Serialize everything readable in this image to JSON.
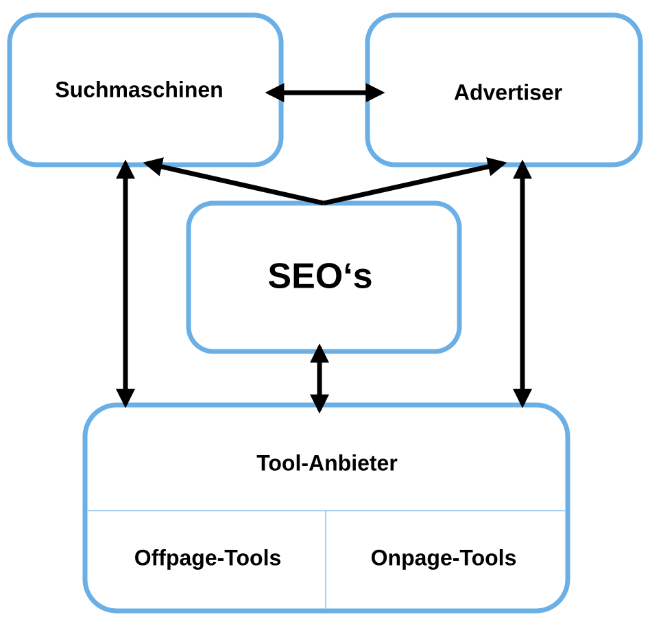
{
  "diagram": {
    "nodes": {
      "search_engines": "Suchmaschinen",
      "advertiser": "Advertiser",
      "seos": "SEO‘s",
      "tool_providers": "Tool-Anbieter",
      "offpage_tools": "Offpage-Tools",
      "onpage_tools": "Onpage-Tools"
    },
    "edges": [
      {
        "from": "Suchmaschinen",
        "to": "Advertiser",
        "direction": "both"
      },
      {
        "from": "SEO‘s",
        "to": "Suchmaschinen",
        "direction": "forward"
      },
      {
        "from": "SEO‘s",
        "to": "Advertiser",
        "direction": "forward"
      },
      {
        "from": "Suchmaschinen",
        "to": "Tool-Anbieter",
        "direction": "both"
      },
      {
        "from": "Advertiser",
        "to": "Tool-Anbieter",
        "direction": "both"
      },
      {
        "from": "SEO‘s",
        "to": "Tool-Anbieter",
        "direction": "both"
      }
    ],
    "colors": {
      "box_border": "#6aafe6",
      "arrow": "#000000"
    }
  }
}
